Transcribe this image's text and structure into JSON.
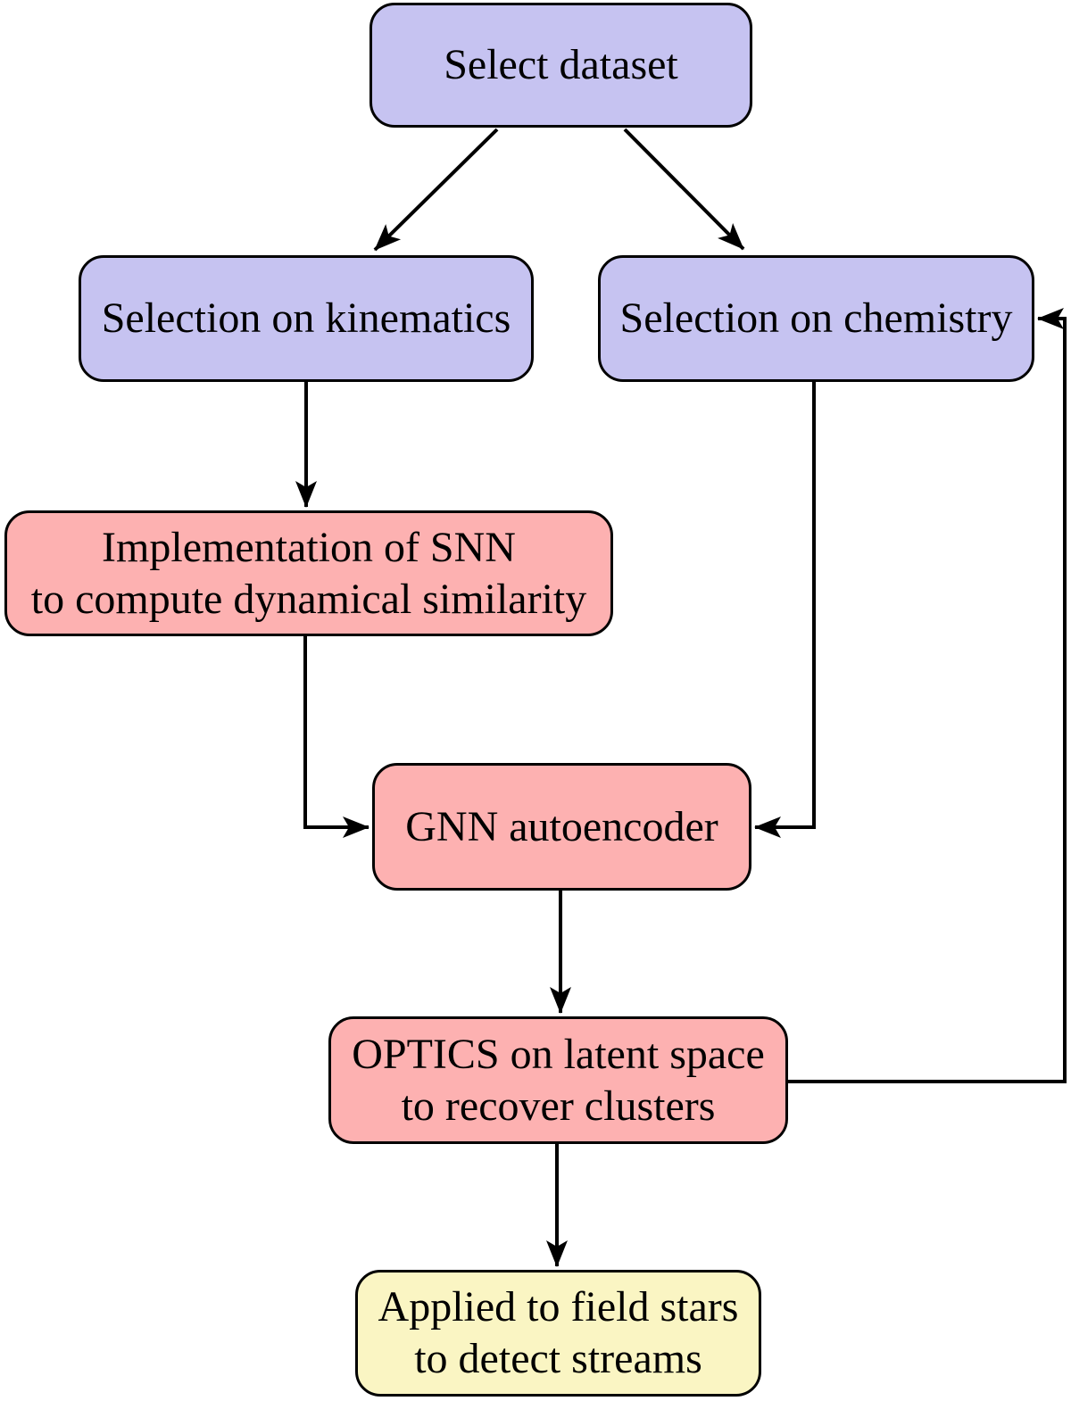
{
  "diagram": {
    "type": "flowchart",
    "colors": {
      "node_input": "#c6c3f1",
      "node_process": "#fdb1b1",
      "node_output": "#faf5c3",
      "border": "#000000",
      "arrow": "#000000",
      "background": "#ffffff"
    },
    "nodes": [
      {
        "id": "select-dataset",
        "kind": "input",
        "lines": [
          "Select dataset"
        ]
      },
      {
        "id": "selection-kinematics",
        "kind": "input",
        "lines": [
          "Selection on kinematics"
        ]
      },
      {
        "id": "selection-chemistry",
        "kind": "input",
        "lines": [
          "Selection on chemistry"
        ]
      },
      {
        "id": "snn",
        "kind": "process",
        "lines": [
          "Implementation of SNN",
          "to compute dynamical similarity"
        ]
      },
      {
        "id": "gnn",
        "kind": "process",
        "lines": [
          "GNN autoencoder"
        ]
      },
      {
        "id": "optics",
        "kind": "process",
        "lines": [
          "OPTICS on latent space",
          "to recover clusters"
        ]
      },
      {
        "id": "applied",
        "kind": "output",
        "lines": [
          "Applied to field stars",
          "to detect streams"
        ]
      }
    ],
    "edges": [
      {
        "from": "select-dataset",
        "to": "selection-kinematics"
      },
      {
        "from": "select-dataset",
        "to": "selection-chemistry"
      },
      {
        "from": "selection-kinematics",
        "to": "snn"
      },
      {
        "from": "snn",
        "to": "gnn"
      },
      {
        "from": "selection-chemistry",
        "to": "gnn"
      },
      {
        "from": "gnn",
        "to": "optics"
      },
      {
        "from": "optics",
        "to": "selection-chemistry"
      },
      {
        "from": "optics",
        "to": "applied"
      }
    ]
  }
}
